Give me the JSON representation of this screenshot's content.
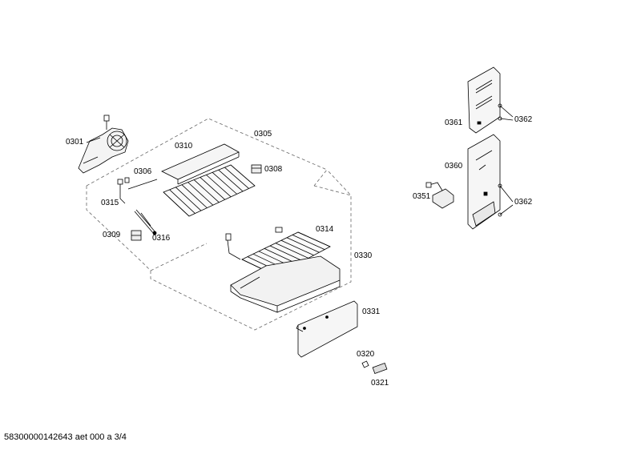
{
  "part_labels": {
    "p0301": "0301",
    "p0305": "0305",
    "p0306": "0306",
    "p0308": "0308",
    "p0309": "0309",
    "p0310": "0310",
    "p0314": "0314",
    "p0315": "0315",
    "p0316": "0316",
    "p0320": "0320",
    "p0321": "0321",
    "p0330": "0330",
    "p0331": "0331",
    "p0351": "0351",
    "p0360": "0360",
    "p0361": "0361",
    "p0362a": "0362",
    "p0362b": "0362"
  },
  "footer": "58300000142643 aet 000 a 3/4"
}
